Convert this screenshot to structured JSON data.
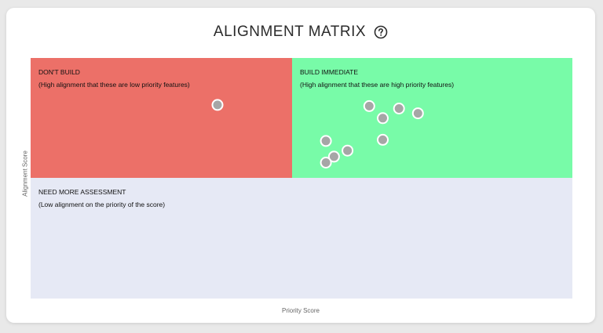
{
  "header": {
    "title": "ALIGNMENT MATRIX",
    "help_icon": "question-circle-icon"
  },
  "quadrants": {
    "dont_build": {
      "title": "DON'T BUILD",
      "description": "(High alignment that these are low priority features)",
      "color": "#ec7068"
    },
    "build_immediate": {
      "title": "BUILD IMMEDIATE",
      "description": "(High alignment that these are high priority features)",
      "color": "#78fba8"
    },
    "need_more": {
      "title": "NEED MORE ASSESSMENT",
      "description": "(Low alignment on the priority of the score)",
      "color": "#e6e9f5"
    }
  },
  "chart_data": {
    "type": "scatter",
    "xlabel": "Priority Score",
    "ylabel": "Alignment Score",
    "point_color": "#a6a6a6",
    "xlim": [
      0,
      100
    ],
    "ylim": [
      0,
      100
    ],
    "points": [
      {
        "x": 34.5,
        "y": 80.5
      },
      {
        "x": 62.5,
        "y": 80.0
      },
      {
        "x": 65.0,
        "y": 75.0
      },
      {
        "x": 68.0,
        "y": 79.0
      },
      {
        "x": 71.5,
        "y": 77.0
      },
      {
        "x": 54.5,
        "y": 65.5
      },
      {
        "x": 65.0,
        "y": 66.0
      },
      {
        "x": 58.5,
        "y": 61.5
      },
      {
        "x": 56.0,
        "y": 59.0
      },
      {
        "x": 54.5,
        "y": 56.5
      }
    ]
  }
}
